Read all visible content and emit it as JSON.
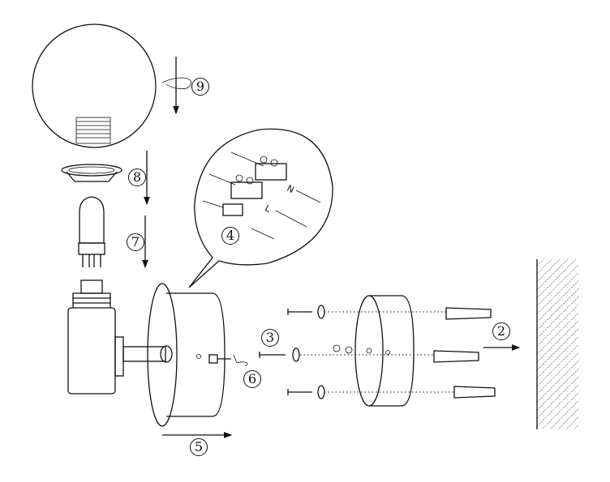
{
  "steps": {
    "s9": "9",
    "s8": "8",
    "s7": "7",
    "s4": "4",
    "s3": "3",
    "s6": "6",
    "s5": "5",
    "s2": "2"
  },
  "wire_labels": {
    "neutral": "N",
    "live": "L"
  }
}
